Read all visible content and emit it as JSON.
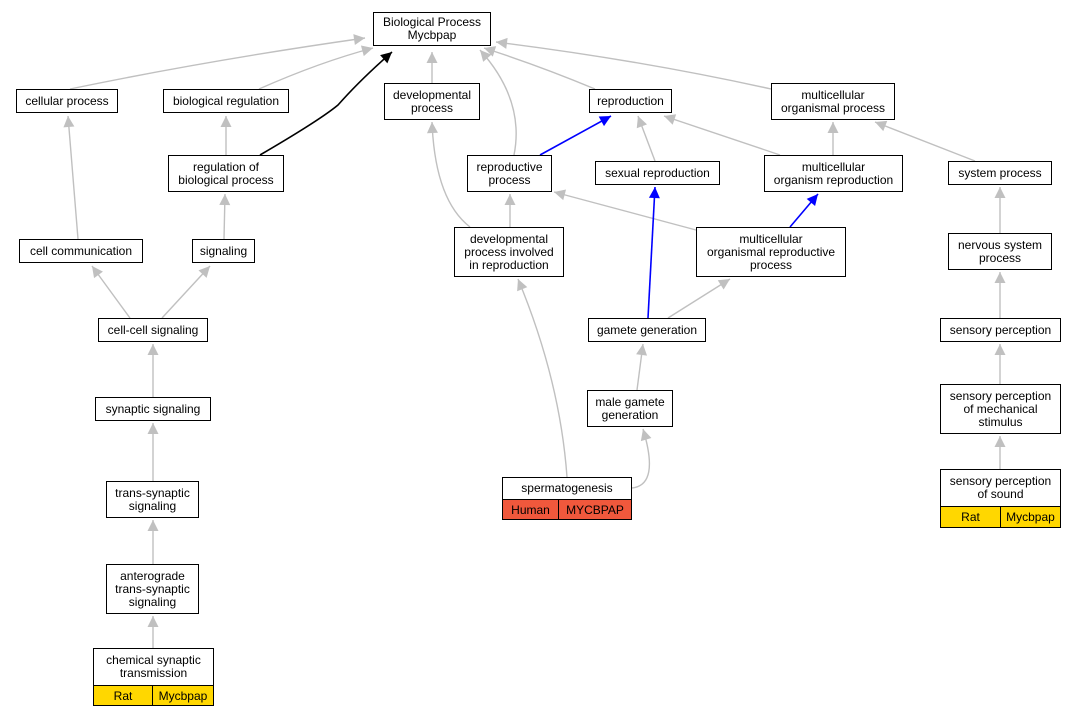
{
  "title": "Biological Process\nMycbpap",
  "colors": {
    "edge_default": "#c0c0c0",
    "edge_black": "#000000",
    "edge_blue": "#0000ff",
    "rat": "#ffd700",
    "human": "#f0583c"
  },
  "nodes": {
    "root": "Biological Process\nMycbpap",
    "cellular_process": "cellular process",
    "biological_regulation": "biological regulation",
    "developmental_process": "developmental\nprocess",
    "reproduction": "reproduction",
    "multicellular_organismal_process": "multicellular\norganismal process",
    "regulation_of_biological_process": "regulation of\nbiological process",
    "reproductive_process": "reproductive\nprocess",
    "sexual_reproduction": "sexual reproduction",
    "multicellular_organism_reproduction": "multicellular\norganism reproduction",
    "system_process": "system process",
    "cell_communication": "cell communication",
    "signaling": "signaling",
    "developmental_process_involved_in_reproduction": "developmental\nprocess involved\nin reproduction",
    "multicellular_organismal_reproductive_process": "multicellular\norganismal reproductive\nprocess",
    "nervous_system_process": "nervous system\nprocess",
    "cell_cell_signaling": "cell-cell signaling",
    "gamete_generation": "gamete generation",
    "sensory_perception": "sensory perception",
    "synaptic_signaling": "synaptic signaling",
    "male_gamete_generation": "male gamete\ngeneration",
    "sensory_perception_of_mechanical_stimulus": "sensory perception\nof mechanical\nstimulus",
    "trans_synaptic_signaling": "trans-synaptic\nsignaling",
    "spermatogenesis": "spermatogenesis",
    "sensory_perception_of_sound": "sensory perception\nof sound",
    "anterograde_trans_synaptic_signaling": "anterograde\ntrans-synaptic\nsignaling",
    "chemical_synaptic_transmission": "chemical synaptic\ntransmission"
  },
  "annotations": {
    "chemical_synaptic_transmission": {
      "species": "Rat",
      "gene": "Mycbpap"
    },
    "spermatogenesis": {
      "species": "Human",
      "gene": "MYCBPAP"
    },
    "sensory_perception_of_sound": {
      "species": "Rat",
      "gene": "Mycbpap"
    }
  }
}
